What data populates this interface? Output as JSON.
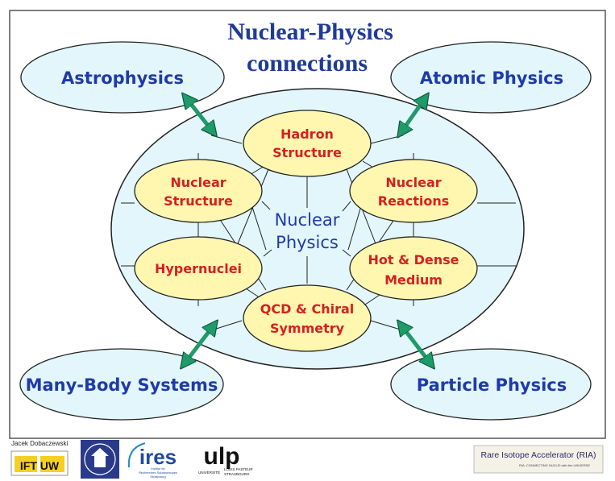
{
  "title": {
    "line1": "Nuclear-Physics",
    "line2": "connections"
  },
  "outer_fields": {
    "top_left": "Astrophysics",
    "top_right": "Atomic Physics",
    "bottom_left": "Many-Body Systems",
    "bottom_right": "Particle Physics"
  },
  "center": {
    "line1": "Nuclear",
    "line2": "Physics"
  },
  "subfields": {
    "hadron": [
      "Hadron",
      "Structure"
    ],
    "nuclear_structure": [
      "Nuclear",
      "Structure"
    ],
    "nuclear_reactions": [
      "Nuclear",
      "Reactions"
    ],
    "hypernuclei": [
      "Hypernuclei"
    ],
    "hot_dense": [
      "Hot & Dense",
      "Medium"
    ],
    "qcd": [
      "QCD & Chiral",
      "Symmetry"
    ]
  },
  "footer": {
    "author": "Jacek Dobaczewski",
    "ift_logo": "IFT UW",
    "ires_logo": "ires",
    "ires_sub": [
      "Institut de",
      "Recherches Subatomiques",
      "Strasbourg"
    ],
    "ulp_logo": "ulp",
    "ulp_sub": [
      "UNIVERSITÉ",
      "LOUIS PASTEUR",
      "STRASBOURG"
    ],
    "ria_logo": "Rare Isotope Accelerator (RIA)",
    "ria_sub": "RIA: CONNECTING NUCLEI with the UNIVERSE"
  },
  "colors": {
    "title": "#1f3a9a",
    "outer_label": "#1f3aa8",
    "inner_label": "#d42020",
    "ellipse_fill": "#e2f6fb",
    "inner_fill": "#fff7b0",
    "arrow": "#1f9a6a"
  }
}
